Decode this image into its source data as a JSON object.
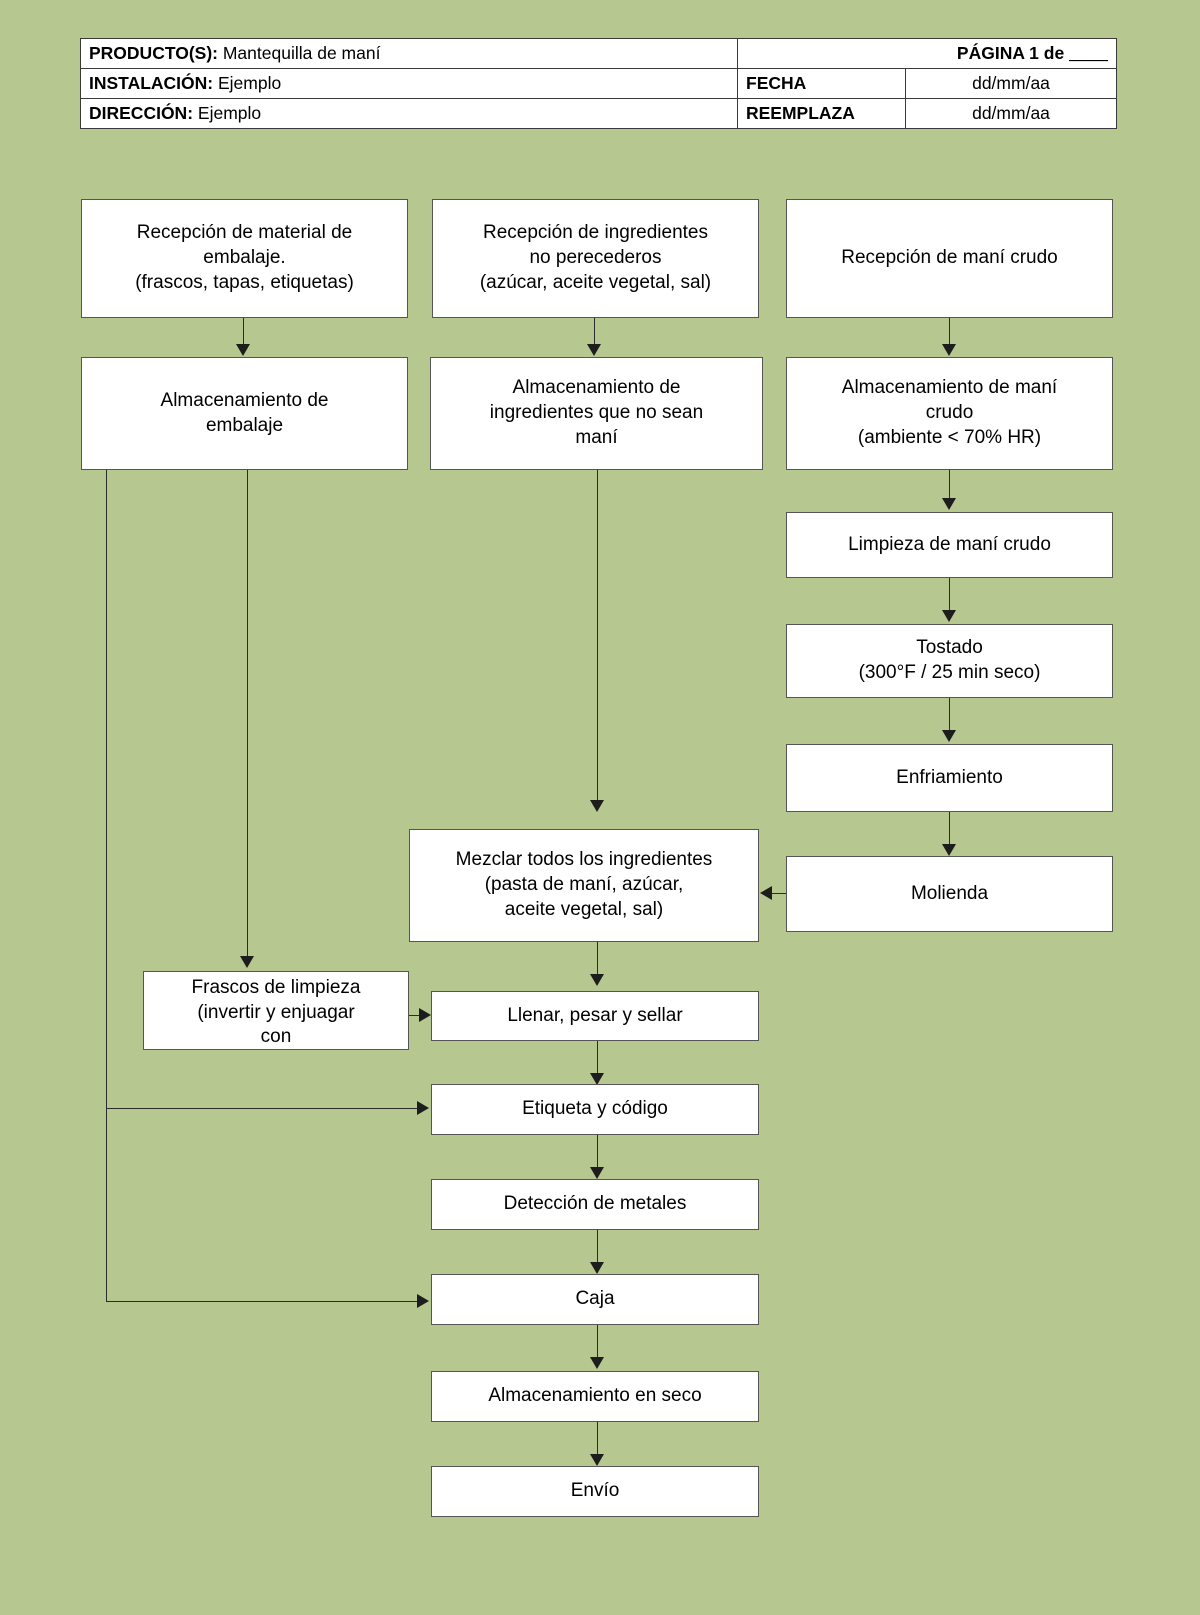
{
  "background_color": "#b6c78f",
  "box_fill_color": "#ffffff",
  "box_border_color": "#555555",
  "connector_color": "#1d1d1d",
  "header": {
    "producto_label": "PRODUCTO(S):",
    "producto_value": "Mantequilla de maní",
    "pagina_text": "PÁGINA 1 de ",
    "pagina_blank": "____",
    "instalacion_label": "INSTALACIÓN:",
    "instalacion_value": "Ejemplo",
    "fecha_label": "FECHA",
    "fecha_value": "dd/mm/aa",
    "direccion_label": "DIRECCIÓN:",
    "direccion_value": "Ejemplo",
    "reemplaza_label": "REEMPLAZA",
    "reemplaza_value": "dd/mm/aa"
  },
  "nodes": {
    "recepcion_embalaje": {
      "line1": "Recepción de material de",
      "line2": "embalaje.",
      "line3": "(frascos, tapas, etiquetas)"
    },
    "recepcion_ingredientes": {
      "line1": "Recepción de ingredientes",
      "line2": "no perecederos",
      "line3": "(azúcar, aceite vegetal, sal)"
    },
    "recepcion_mani": {
      "line1": "Recepción de maní crudo"
    },
    "almacen_embalaje": {
      "line1": "Almacenamiento de",
      "line2": "embalaje"
    },
    "almacen_ingredientes": {
      "line1": "Almacenamiento de",
      "line2": "ingredientes que no sean",
      "line3": "maní"
    },
    "almacen_mani": {
      "line1": "Almacenamiento de maní",
      "line2": "crudo",
      "line3": "(ambiente < 70% HR)"
    },
    "limpieza_mani": {
      "line1": "Limpieza de maní crudo"
    },
    "tostado": {
      "line1": "Tostado",
      "line2": "(300°F / 25 min seco)"
    },
    "enfriamiento": {
      "line1": "Enfriamiento"
    },
    "molienda": {
      "line1": "Molienda"
    },
    "mezclar": {
      "line1": "Mezclar todos los ingredientes",
      "line2": "(pasta de maní, azúcar,",
      "line3": "aceite vegetal, sal)"
    },
    "frascos_limpieza": {
      "line1": "Frascos de limpieza",
      "line2": "(invertir y enjuagar",
      "line3": "con"
    },
    "llenar": {
      "line1": "Llenar, pesar y sellar"
    },
    "etiqueta": {
      "line1": "Etiqueta y código"
    },
    "deteccion_metales": {
      "line1": "Detección de metales"
    },
    "caja": {
      "line1": "Caja"
    },
    "almacen_seco": {
      "line1": "Almacenamiento en seco"
    },
    "envio": {
      "line1": "Envío"
    }
  }
}
